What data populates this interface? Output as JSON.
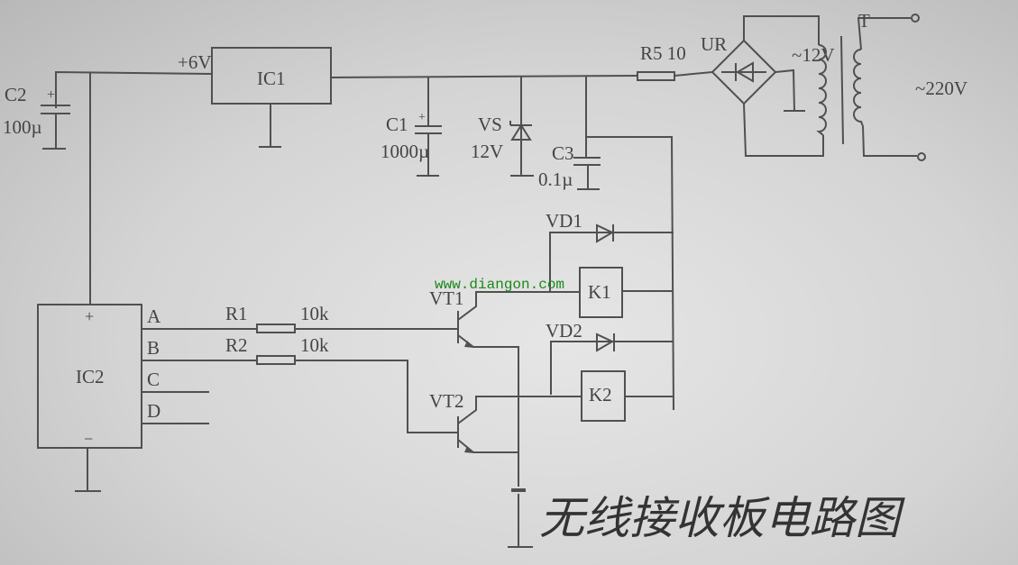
{
  "title": "无线接收板电路图",
  "watermark": "www.diangon.com",
  "labels": {
    "c2": "C2",
    "c2_value": "100µ",
    "v6": "+6V",
    "ic1": "IC1",
    "c1": "C1",
    "c1_value": "1000µ",
    "vs": "VS",
    "vs_value": "12V",
    "c3": "C3",
    "c3_value": "0.1µ",
    "r5": "R5 10",
    "ur": "UR",
    "ac12": "~12V",
    "t": "T",
    "ac220": "~220V",
    "vd1": "VD1",
    "vd2": "VD2",
    "k1": "K1",
    "k2": "K2",
    "vt1": "VT1",
    "vt2": "VT2",
    "ic2": "IC2",
    "ic2_plus": "+",
    "ic2_minus": "−",
    "pin_a": "A",
    "pin_b": "B",
    "pin_c": "C",
    "pin_d": "D",
    "r1": "R1",
    "r1_value": "10k",
    "r2": "R2",
    "r2_value": "10k",
    "plus": "+"
  }
}
